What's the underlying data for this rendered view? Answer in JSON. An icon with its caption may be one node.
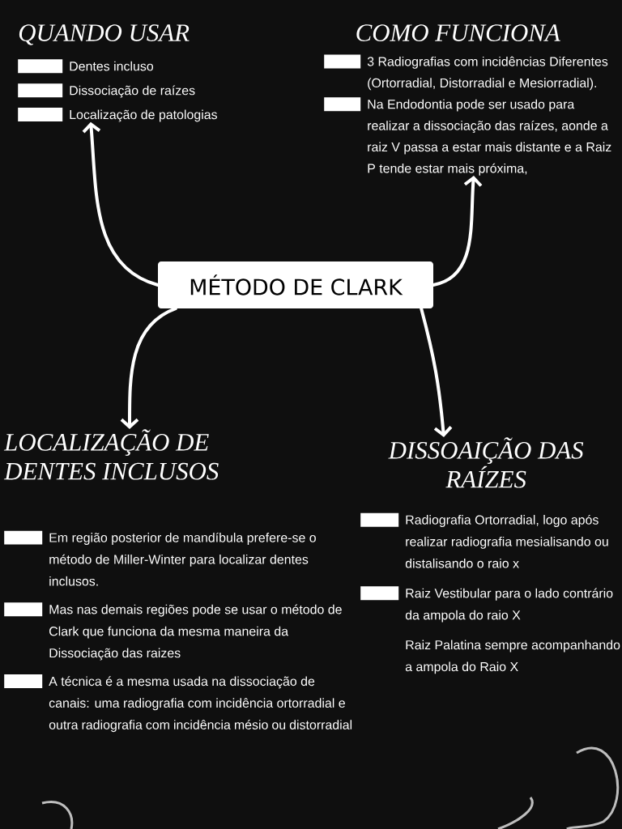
{
  "diagram": {
    "nodes": [
      {
        "text": [
          "MÉTODO DE CLARK"
        ]
      },
      {
        "text": [
          "QUANDO USAR",
          "Dentes incluso",
          "Dissociação de raízes",
          "Localização de patologias"
        ]
      },
      {
        "text": [
          "COMO FUNCIONA",
          "3 Radiografias com incidências Diferentes (Ortorradial, Distorradial e Mesiorradial).",
          "Na Endodontia pode ser usado para realizar a dissociação das raízes, aonde a raiz V passa a estar mais distante e a Raiz P tende estar mais próxima,"
        ]
      },
      {
        "text": [
          "LOCALIZAÇÃO DE DENTES INCLUSOS",
          "Em região posterior de mandíbula prefere-se o método de Miller-Winter para localizar dentes inclusos.",
          "Mas nas demais regiões pode se usar o método de Clark que funciona da mesma maneira da Dissociação das raizes",
          "A técnica é a mesma usada na dissociação de canais: uma radiografia com incidência ortorradial e outra radiografia com incidência mésio ou distorradial"
        ]
      },
      {
        "text": [
          "DISSOAIÇÃO DAS RAÍZES",
          "Radiografia Ortorradial, logo após realizar radiografia mesialisando ou distalisando o raio x",
          "Raiz Vestibular para o lado contrário da ampola do raio X",
          "Raiz Palatina sempre acompanhando a ampola do Raio X"
        ]
      }
    ],
    "edges": [
      {
        "from": 0,
        "to": 1,
        "arrow": "to"
      },
      {
        "from": 0,
        "to": 2,
        "arrow": "to"
      },
      {
        "from": 0,
        "to": 3,
        "arrow": "to"
      },
      {
        "from": 0,
        "to": 4,
        "arrow": "to"
      }
    ]
  }
}
